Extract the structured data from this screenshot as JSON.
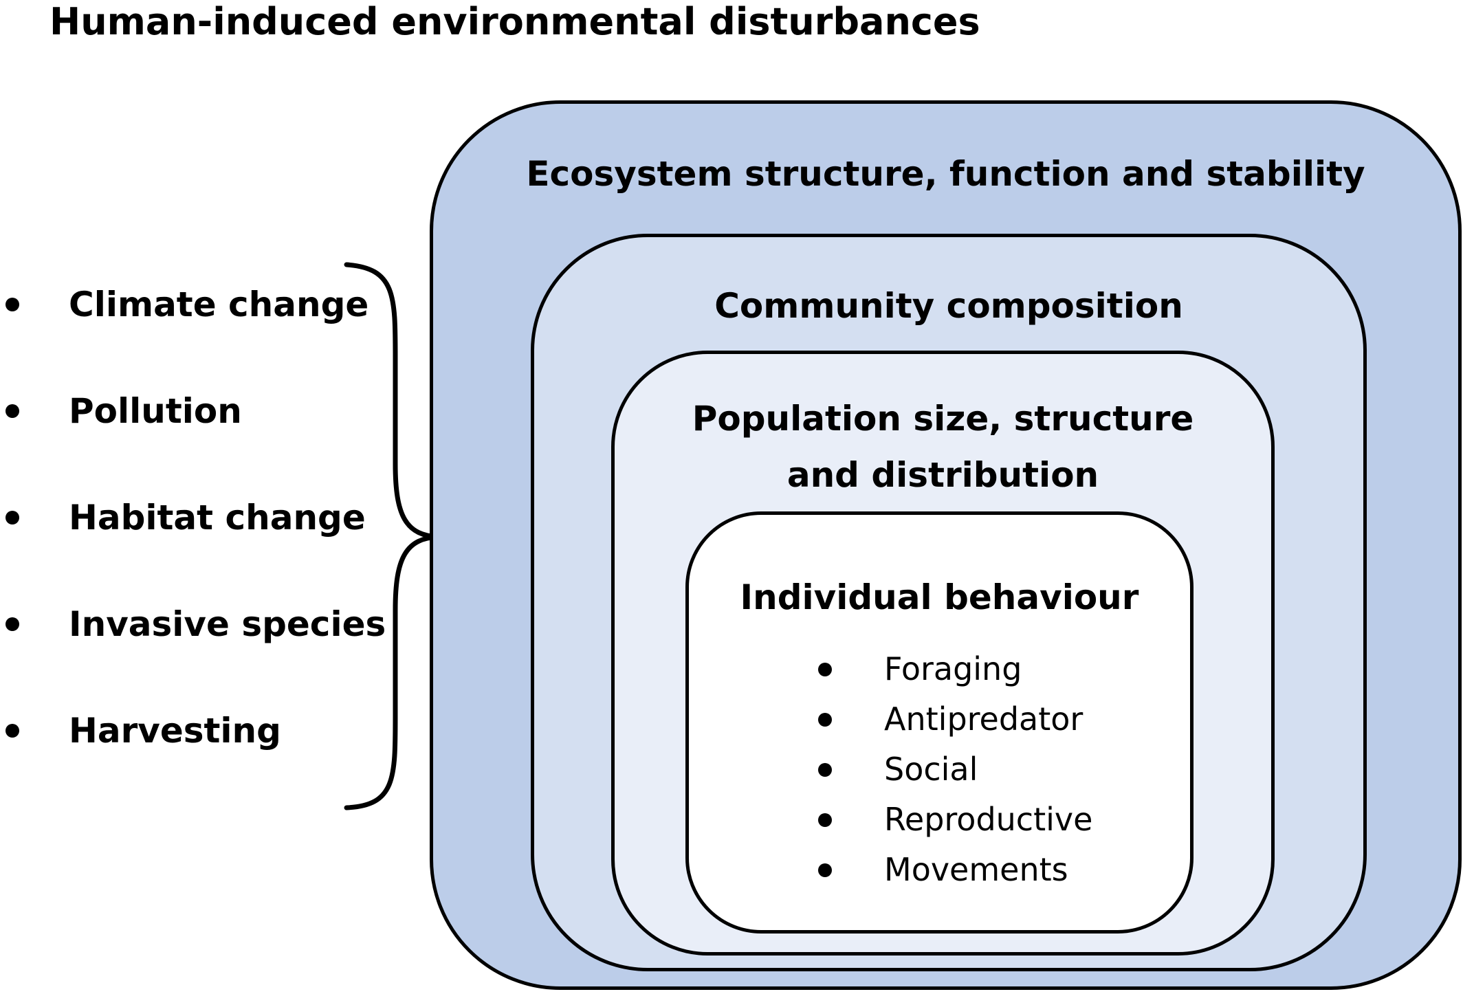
{
  "title": "Human-induced environmental disturbances",
  "disturbances": [
    "Climate change",
    "Pollution",
    "Habitat change",
    "Invasive species",
    "Harvesting"
  ],
  "levels": {
    "ecosystem": "Ecosystem structure, function and stability",
    "community": "Community composition",
    "population_line1": "Population size, structure",
    "population_line2": "and distribution",
    "individual": "Individual behaviour"
  },
  "behaviours": [
    "Foraging",
    "Antipredator",
    "Social",
    "Reproductive",
    "Movements"
  ],
  "colors": {
    "ecosystem_fill": "#bccde9",
    "community_fill": "#d4dff1",
    "population_fill": "#e9eef8",
    "individual_fill": "#ffffff",
    "outline": "#000000"
  }
}
